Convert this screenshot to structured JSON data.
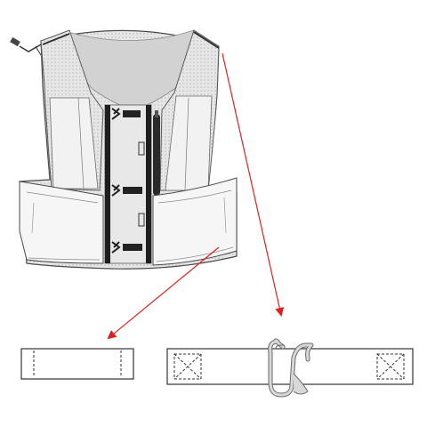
{
  "diagram": {
    "parts": [
      "vest-back-panel",
      "elastic-loop-strap",
      "adjustable-strap-with-hook-buckle"
    ],
    "arrows": [
      "arrow-vest-to-strap-loop",
      "arrow-shoulder-to-buckle-strap"
    ]
  },
  "colors": {
    "outline": "#4a4a4a",
    "mesh": "#dcdcdc",
    "mesh_dark": "#c4c4c4",
    "panel": "#f4f4f4",
    "webbing": "#1e1e1e",
    "arrow": "#e02020",
    "buckle": "#d8d8d8"
  }
}
